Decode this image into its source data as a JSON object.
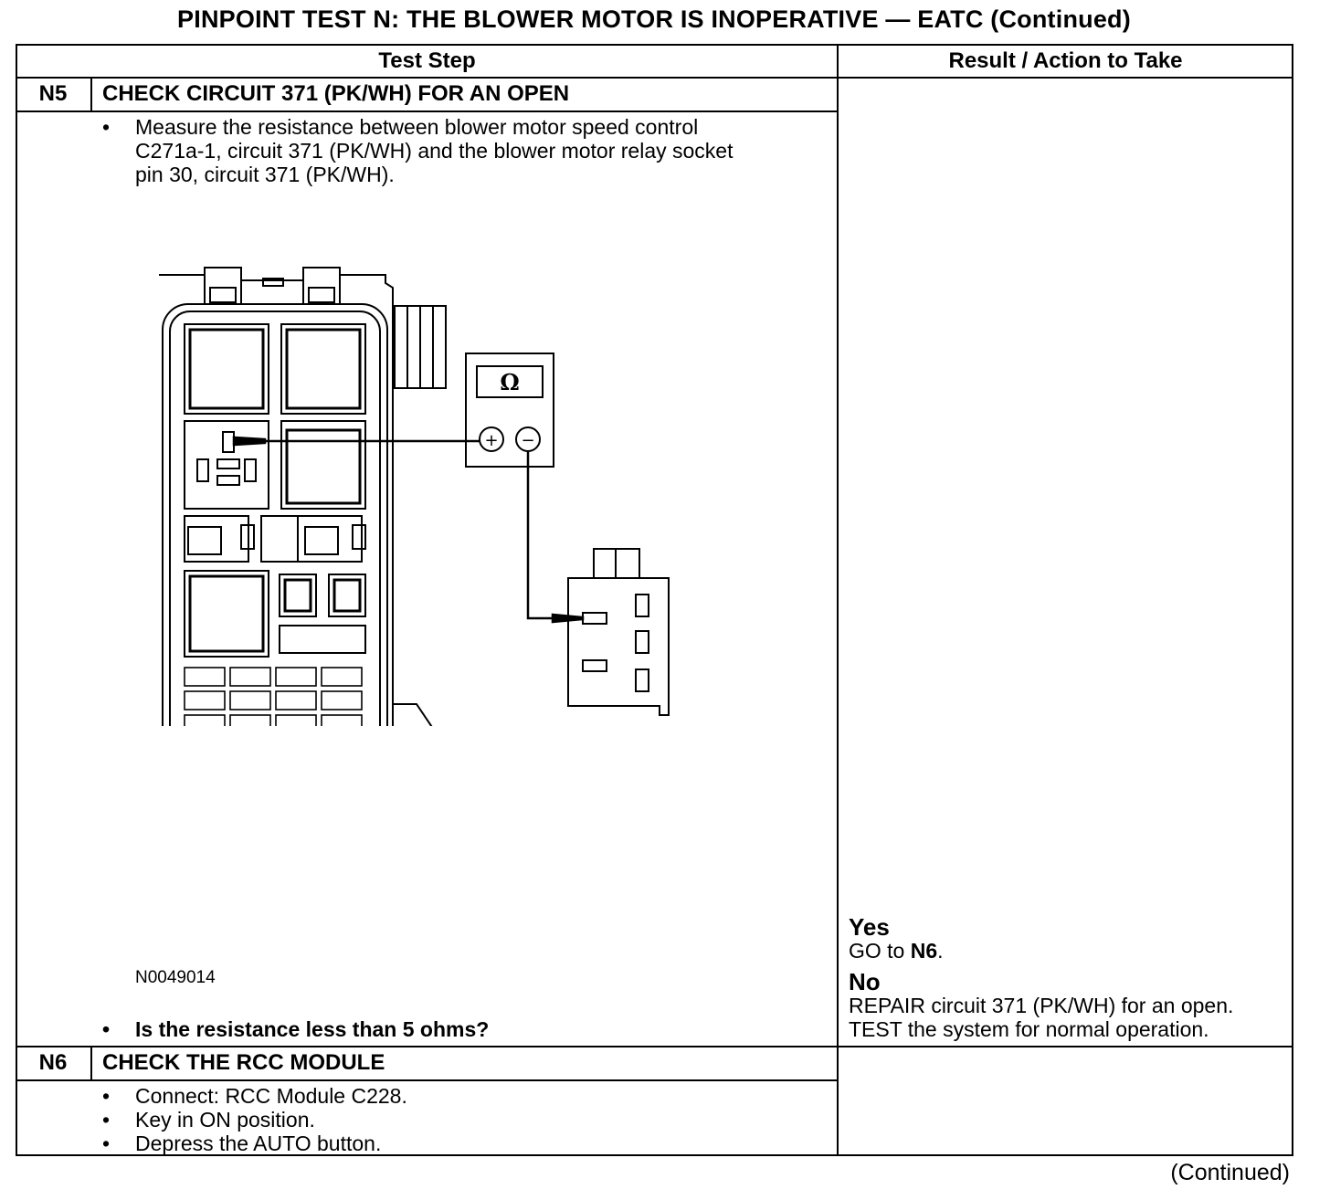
{
  "title": "PINPOINT TEST N: THE BLOWER MOTOR IS INOPERATIVE — EATC (Continued)",
  "headers": {
    "test_step": "Test Step",
    "result_action": "Result / Action to Take"
  },
  "steps": [
    {
      "number": "N5",
      "title": "CHECK CIRCUIT 371 (PK/WH) FOR AN OPEN",
      "bullets": [
        "Measure the resistance between blower motor speed control",
        "C271a-1, circuit 371 (PK/WH) and the blower motor relay socket",
        "pin 30, circuit 371 (PK/WH)."
      ],
      "figure_id": "N0049014",
      "question": "Is the resistance less than 5 ohms?",
      "meter_symbol": "Ω",
      "meter_plus": "+",
      "meter_minus": "−",
      "results": {
        "yes_label": "Yes",
        "yes_prefix": "GO to ",
        "yes_target": "N6",
        "yes_suffix": ".",
        "no_label": "No",
        "no_line1": "REPAIR circuit 371 (PK/WH) for an open.",
        "no_line2": "TEST the system for normal operation."
      }
    },
    {
      "number": "N6",
      "title": "CHECK THE RCC MODULE",
      "bullets": [
        "Connect: RCC Module C228.",
        "Key in ON position.",
        "Depress the AUTO button."
      ]
    }
  ],
  "footer": {
    "continued": "(Continued)"
  }
}
